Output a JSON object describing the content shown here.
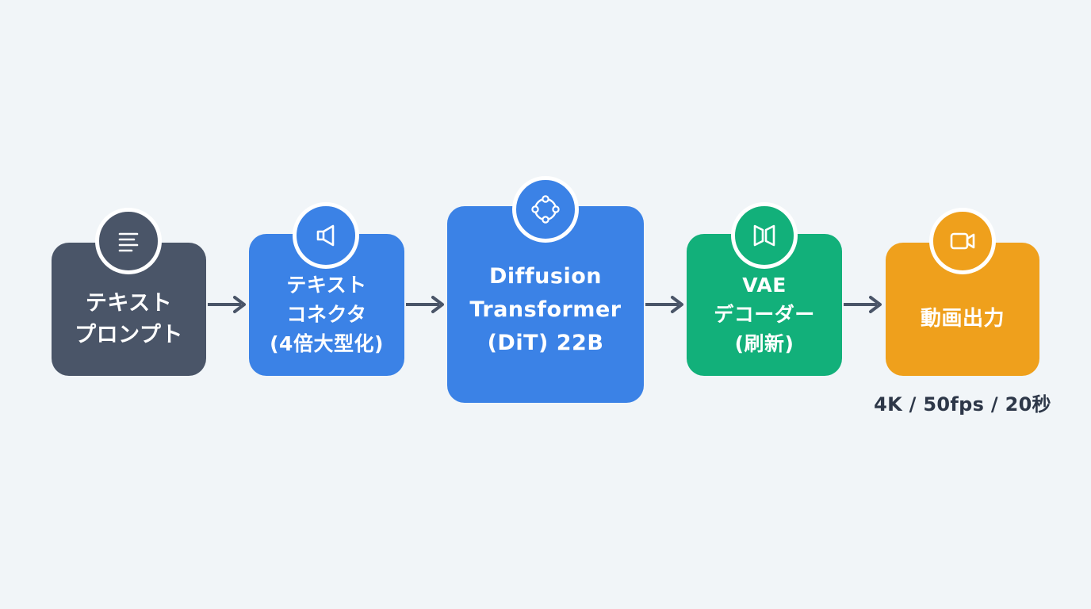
{
  "diagram": {
    "nodes": [
      {
        "id": "prompt",
        "label": "テキスト\nプロンプト",
        "color": "#4a5568",
        "icon": "text-lines-icon"
      },
      {
        "id": "connector",
        "label": "テキスト\nコネクタ\n(4倍大型化)",
        "color": "#3b82e6",
        "icon": "megaphone-icon"
      },
      {
        "id": "dit",
        "label": "Diffusion\nTransformer\n(DiT) 22B",
        "color": "#3b82e6",
        "icon": "circular-nodes-icon"
      },
      {
        "id": "vae",
        "label": "VAE\nデコーダー\n(刷新)",
        "color": "#12b07a",
        "icon": "split-panel-icon"
      },
      {
        "id": "output",
        "label": "動画出力",
        "color": "#efa01c",
        "icon": "video-camera-icon"
      }
    ],
    "output_spec": "4K / 50fps / 20秒",
    "arrow_color": "#4a5568"
  }
}
